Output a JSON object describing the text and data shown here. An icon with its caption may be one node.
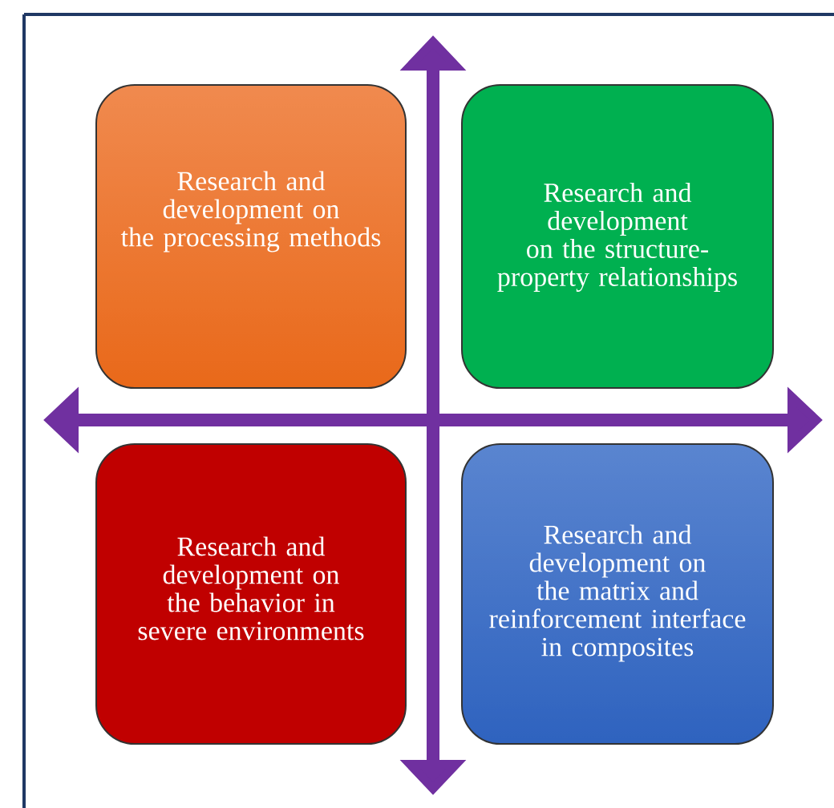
{
  "diagram": {
    "nodes": [
      {
        "text": [
          "Research and development on the processing methods"
        ]
      },
      {
        "text": [
          "Research and development on the structure-property relationships"
        ]
      },
      {
        "text": [
          "Research and development on the behavior in severe environments"
        ]
      },
      {
        "text": [
          "Research and development on the matrix and reinforcement interface in composites"
        ]
      }
    ]
  }
}
